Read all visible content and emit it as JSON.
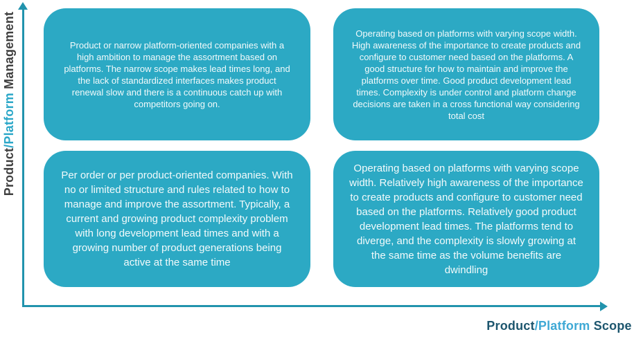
{
  "diagram": {
    "y_axis_label": {
      "part1": "Product",
      "part2": "/Platform",
      "part3": " Management"
    },
    "x_axis_label": {
      "part1": "Product",
      "part2": "/Platform",
      "part3": " Scope"
    },
    "quadrants": {
      "top_left": "Product or narrow platform-oriented companies with a high ambition to manage the assortment based on platforms. The narrow scope makes lead times long, and the lack of standardized interfaces makes product renewal slow and there is a continuous catch up with competitors going on.",
      "top_right": "Operating based on platforms with varying scope width. High awareness of the importance to create products and configure to customer need based on the platforms. A good structure for how to maintain and improve the platforms over time. Good product development lead times. Complexity is under control and platform change decisions are taken in a cross functional way considering total cost",
      "bottom_left": "Per order or per product-oriented companies. With no or limited structure and rules related to how to manage and improve the assortment. Typically, a current and growing product complexity problem with long development lead times and with a growing number of product generations being active at the same time",
      "bottom_right": "Operating based on platforms with varying scope width. Relatively high awareness of the importance to create products and configure to customer need based on the platforms. Relatively good product development lead times. The platforms tend to diverge, and the complexity is slowly growing at the same time as the volume benefits are dwindling"
    }
  },
  "colors": {
    "quadrant_fill": "#2CA9C4",
    "quadrant_text": "#F2FAFB",
    "axis": "#2193AD",
    "axis_label_dark": "#404040",
    "axis_label_accent": "#2BA7C8",
    "x_label_dark": "#1D566E",
    "x_label_accent": "#3FA9D5"
  }
}
